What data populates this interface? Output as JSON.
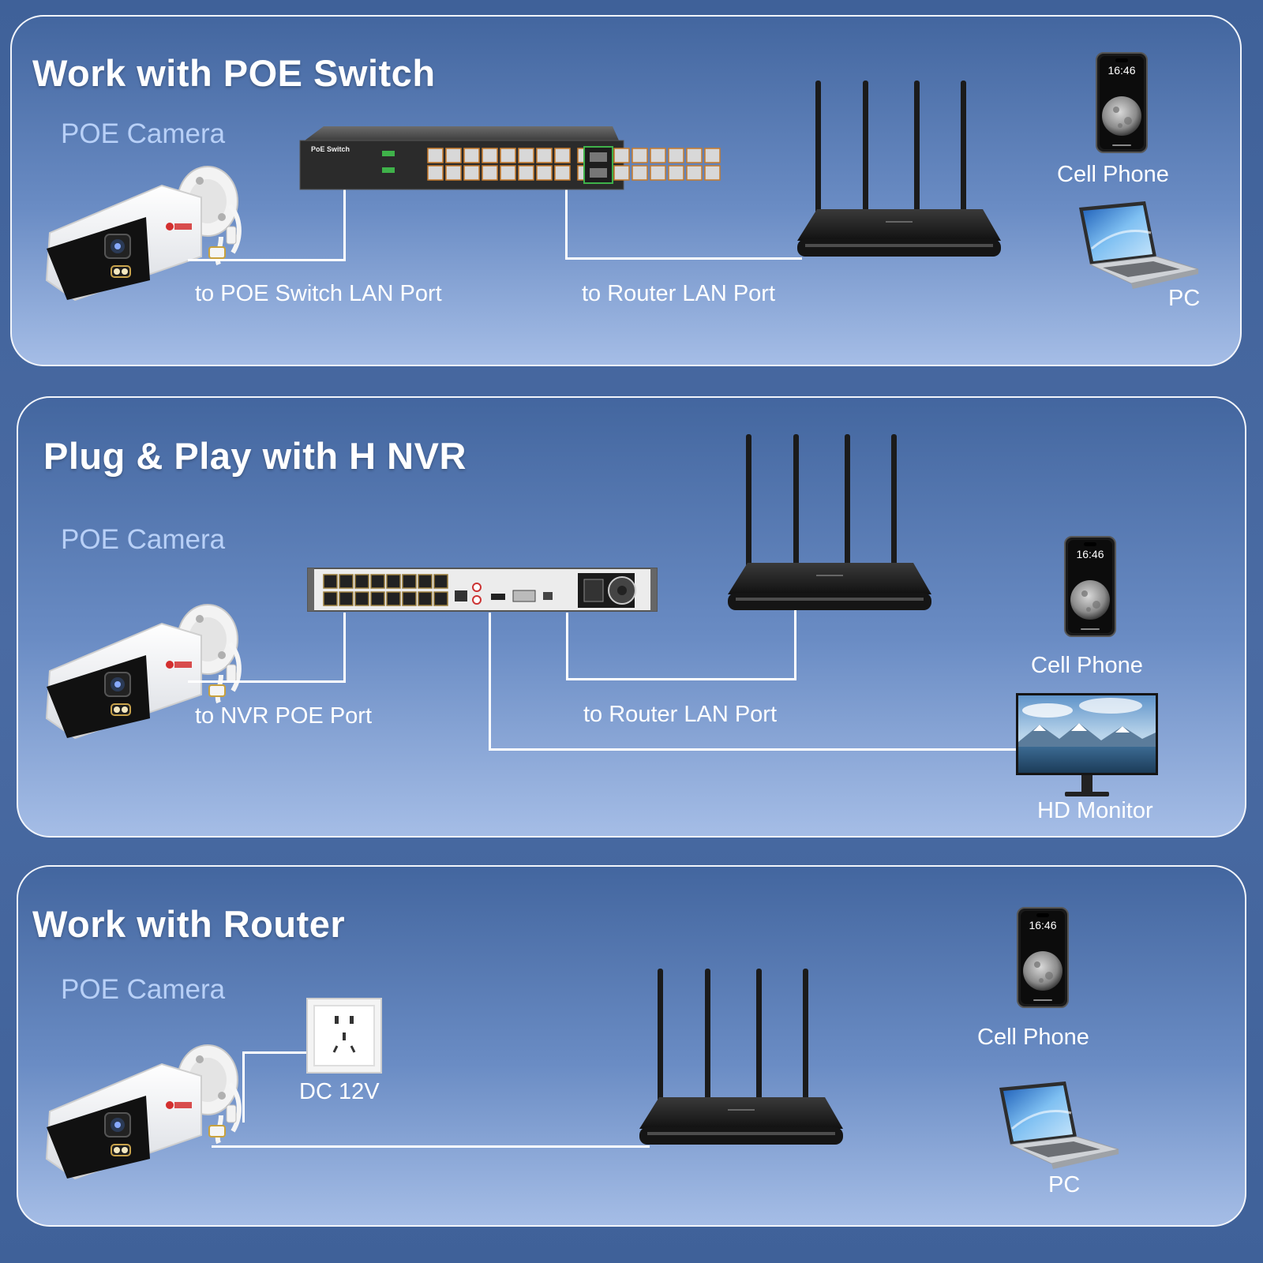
{
  "panels": [
    {
      "title": "Work with POE Switch",
      "camera_label": "POE Camera",
      "switch_label": "PoE Switch",
      "connection_1": "to POE Switch LAN Port",
      "connection_2": "to Router LAN Port",
      "phone_label": "Cell Phone",
      "pc_label": "PC"
    },
    {
      "title": "Plug & Play with H NVR",
      "camera_label": "POE Camera",
      "connection_1": "to NVR POE Port",
      "connection_2": "to Router LAN Port",
      "phone_label": "Cell Phone",
      "monitor_label": "HD Monitor"
    },
    {
      "title": "Work with Router",
      "camera_label": "POE Camera",
      "power_label": "DC 12V",
      "phone_label": "Cell Phone",
      "pc_label": "PC"
    }
  ],
  "phone_time": "16:46",
  "icons": {
    "camera": "poe-camera-icon",
    "switch": "poe-switch-icon",
    "nvr": "nvr-icon",
    "router": "router-icon",
    "phone": "cell-phone-icon",
    "pc": "laptop-icon",
    "monitor": "monitor-icon",
    "outlet": "power-outlet-icon"
  },
  "colors": {
    "background": "#3f6199",
    "panel_border": "#f2f5fb",
    "camera_label": "#b8d0f7",
    "text": "#ffffff",
    "wire": "#ffffff"
  }
}
